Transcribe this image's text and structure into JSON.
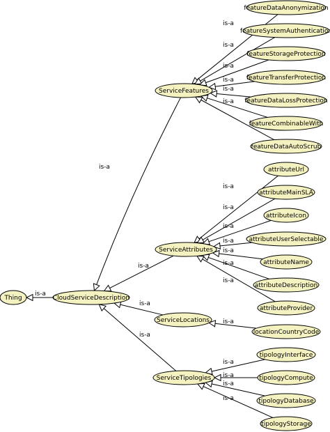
{
  "edge_label": "is-a",
  "nodes": {
    "thing": "Thing",
    "cloud_service_description": "CloudServiceDescription",
    "service_features": "ServiceFeatures",
    "service_attributes": "ServiceAttributes",
    "service_locations": "ServiceLocations",
    "service_tipologies": "ServiceTipologies",
    "feature_data_anonymization": "featureDataAnonymization",
    "feature_system_authentication": "featureSystemAuthentication",
    "feature_storage_protection": "featureStorageProtection",
    "feature_transfer_protection": "featureTransferProtection",
    "feature_data_loss_protection": "featureDataLossProtection",
    "feature_combinable_with": "featureCombinableWith",
    "feature_data_auto_scrub": "featureDataAutoScrub",
    "attribute_url": "attributeUrl",
    "attribute_main_sla": "attributeMainSLA",
    "attribute_icon": "attributeIcon",
    "attribute_user_selectable": "attributeUserSelectable",
    "attribute_name": "attributeName",
    "attribute_description": "attributeDescription",
    "attribute_provider": "attributeProvider",
    "location_country_code": "locationCountryCode",
    "tipology_interface": "tipologyInterface",
    "tipology_compute": "tipologyCompute",
    "tipology_database": "tipologyDatabase",
    "tipology_storage": "tipologyStorage"
  }
}
